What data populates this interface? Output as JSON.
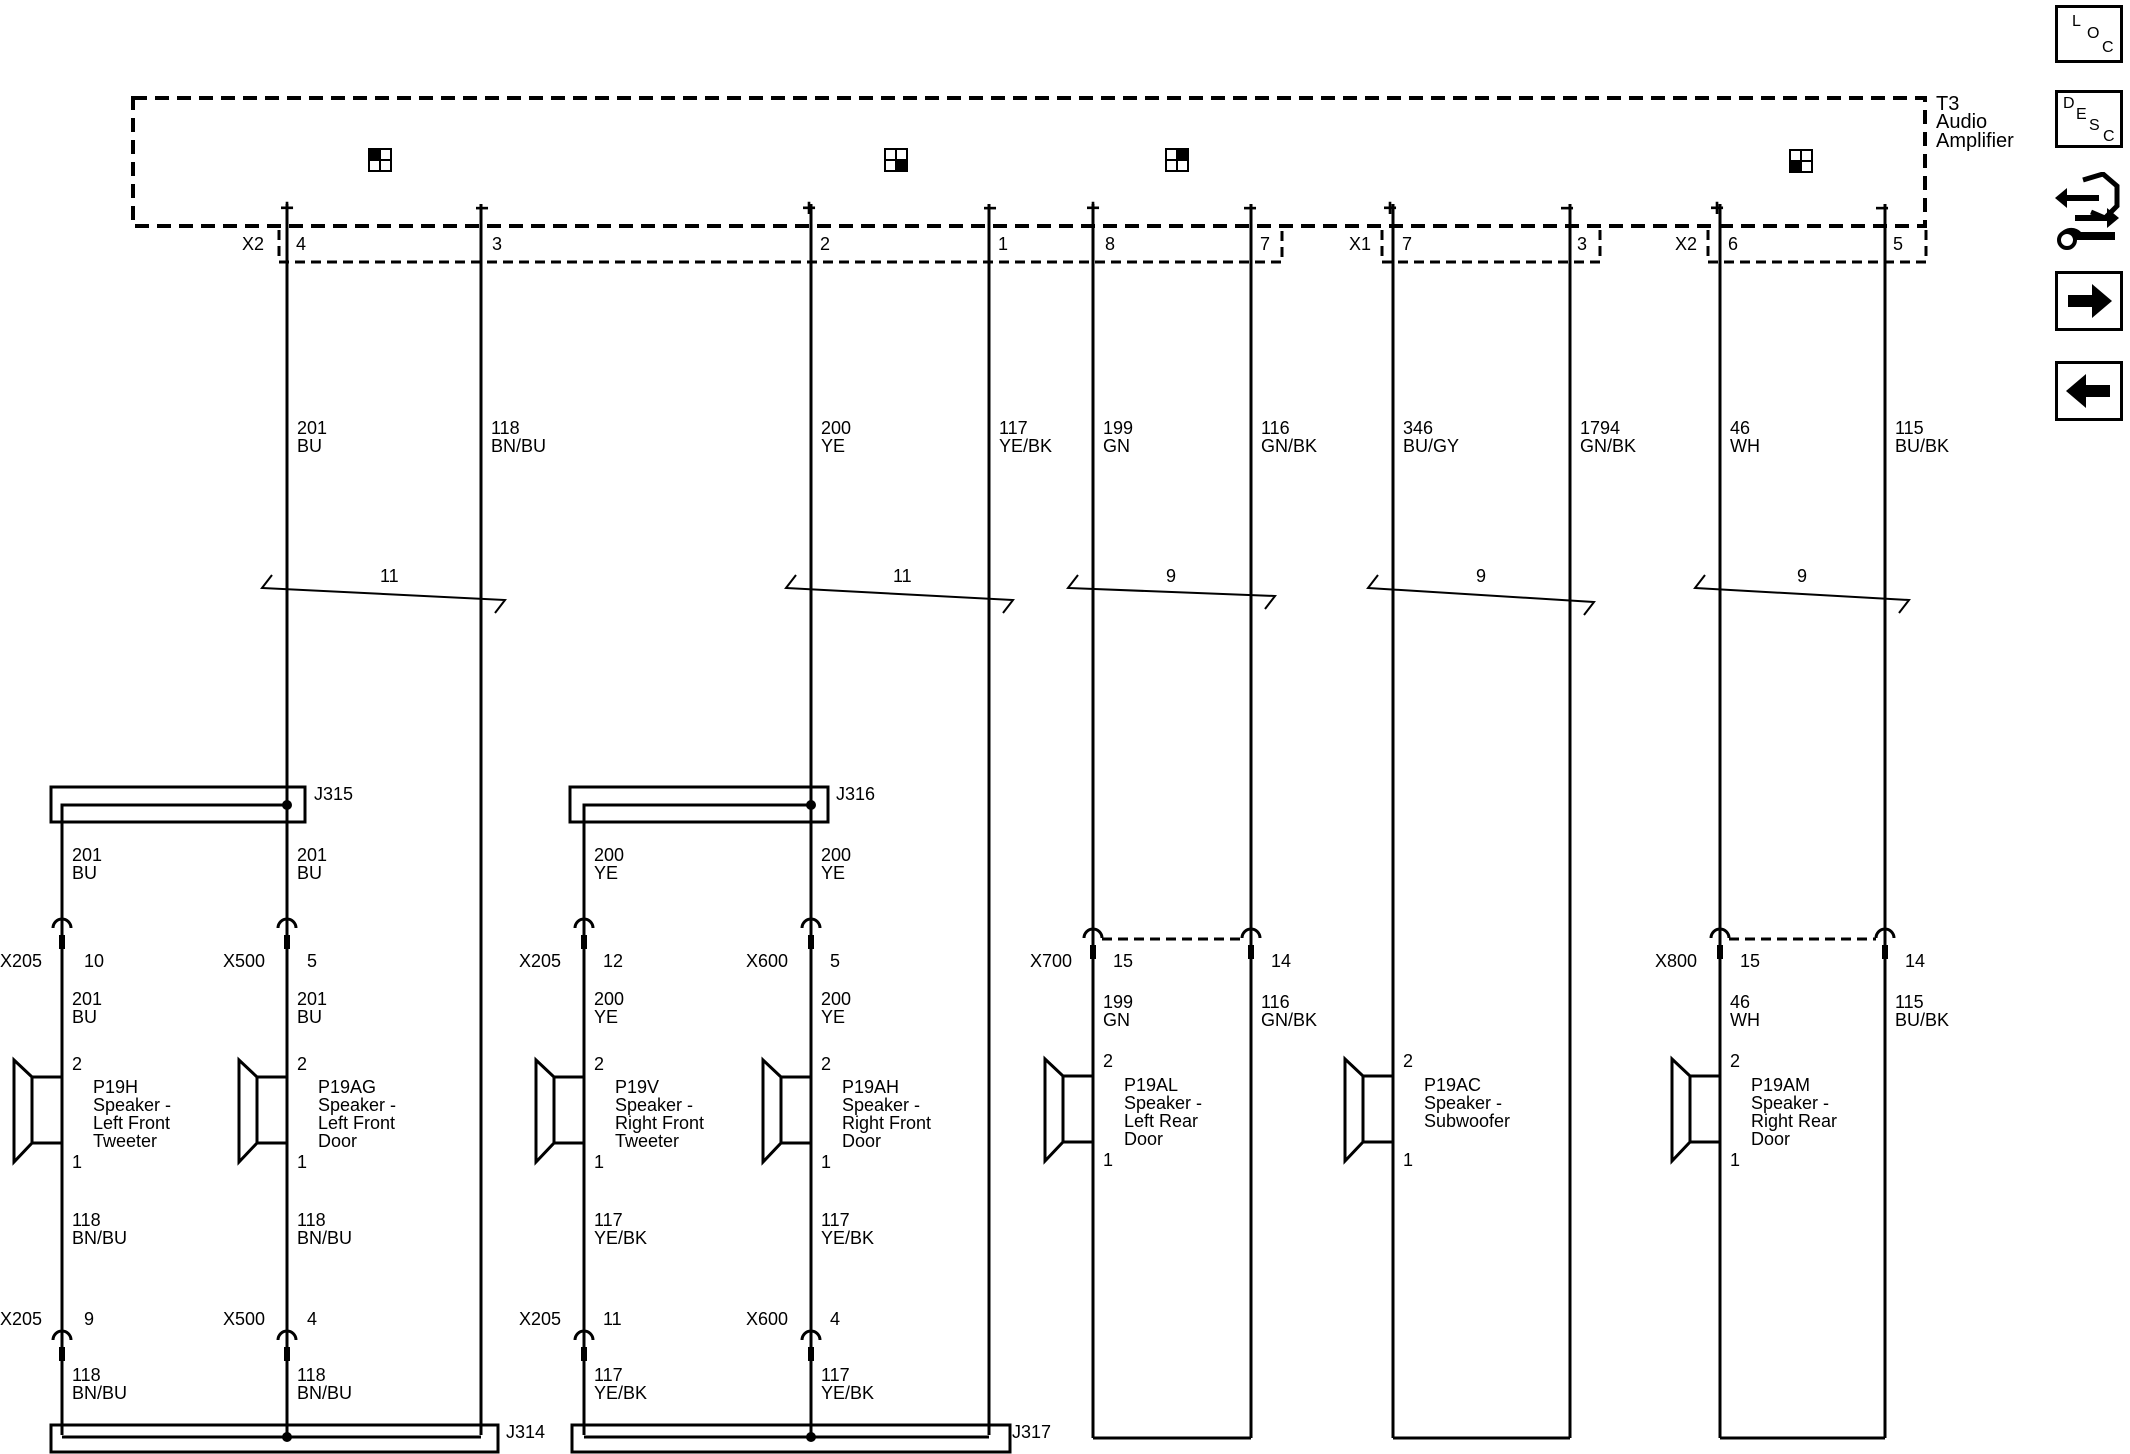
{
  "module": {
    "ref": "T3",
    "name_line1": "Audio",
    "name_line2": "Amplifier"
  },
  "signs": {
    "plus": "+",
    "minus": "−"
  },
  "connectors": {
    "x2_left": "X2",
    "x1": "X1",
    "x2_right": "X2"
  },
  "pins": [
    "4",
    "3",
    "2",
    "1",
    "8",
    "7",
    "7",
    "3",
    "6",
    "5"
  ],
  "wires": [
    {
      "circuit": "201",
      "color": "BU"
    },
    {
      "circuit": "118",
      "color": "BN/BU"
    },
    {
      "circuit": "200",
      "color": "YE"
    },
    {
      "circuit": "117",
      "color": "YE/BK"
    },
    {
      "circuit": "199",
      "color": "GN"
    },
    {
      "circuit": "116",
      "color": "GN/BK"
    },
    {
      "circuit": "346",
      "color": "BU/GY"
    },
    {
      "circuit": "1794",
      "color": "GN/BK"
    },
    {
      "circuit": "46",
      "color": "WH"
    },
    {
      "circuit": "115",
      "color": "BU/BK"
    }
  ],
  "twists": [
    "11",
    "11",
    "9",
    "9",
    "9"
  ],
  "splices": {
    "j315": "J315",
    "j316": "J316",
    "j314": "J314",
    "j317": "J317"
  },
  "inline": [
    {
      "name": "X205",
      "pin": "10"
    },
    {
      "name": "X500",
      "pin": "5"
    },
    {
      "name": "X205",
      "pin": "12"
    },
    {
      "name": "X600",
      "pin": "5"
    },
    {
      "name": "X700",
      "pin": "15"
    },
    {
      "name": "",
      "pin": "14"
    },
    {
      "name": "X800",
      "pin": "15"
    },
    {
      "name": "",
      "pin": "14"
    },
    {
      "name": "X205",
      "pin": "9"
    },
    {
      "name": "X500",
      "pin": "4"
    },
    {
      "name": "X205",
      "pin": "11"
    },
    {
      "name": "X600",
      "pin": "4"
    }
  ],
  "speakers": [
    {
      "ref": "P19H",
      "l1": "Speaker -",
      "l2": "Left Front",
      "l3": "Tweeter"
    },
    {
      "ref": "P19AG",
      "l1": "Speaker -",
      "l2": "Left Front",
      "l3": "Door"
    },
    {
      "ref": "P19V",
      "l1": "Speaker -",
      "l2": "Right Front",
      "l3": "Tweeter"
    },
    {
      "ref": "P19AH",
      "l1": "Speaker -",
      "l2": "Right Front",
      "l3": "Door"
    },
    {
      "ref": "P19AL",
      "l1": "Speaker -",
      "l2": "Left Rear",
      "l3": "Door"
    },
    {
      "ref": "P19AC",
      "l1": "Speaker -",
      "l2": "Subwoofer",
      "l3": ""
    },
    {
      "ref": "P19AM",
      "l1": "Speaker -",
      "l2": "Right Rear",
      "l3": "Door"
    }
  ],
  "speaker_pins": {
    "top": "2",
    "bottom": "1"
  },
  "nav": {
    "loc": [
      "L",
      "O",
      "C"
    ],
    "desc": [
      "D",
      "E",
      "S",
      "C"
    ],
    "icons": [
      "connector-tool-icon",
      "arrow-right-icon",
      "arrow-left-icon"
    ]
  }
}
